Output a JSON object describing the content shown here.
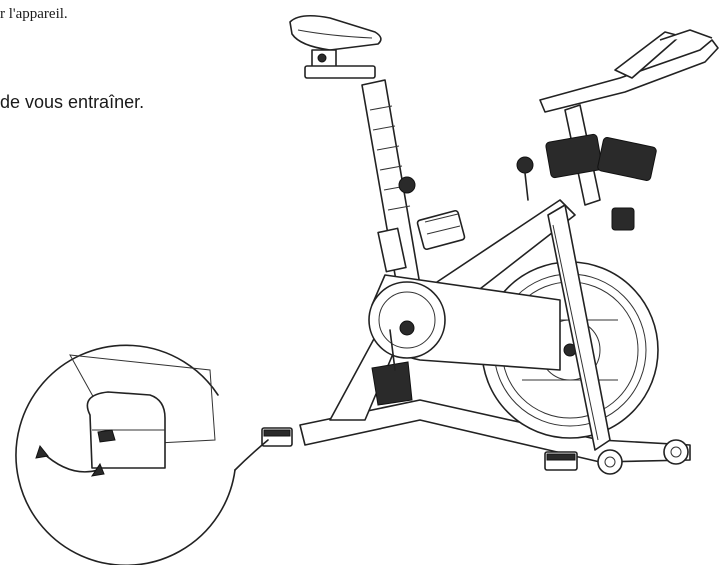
{
  "instructions": {
    "line1": "r l'appareil.",
    "line2": "de vous entraîner."
  },
  "figure": {
    "subject": "spin-bike-illustration",
    "detail": "leveling-foot-magnified",
    "rotation_hint": "double-arrow-icon"
  }
}
